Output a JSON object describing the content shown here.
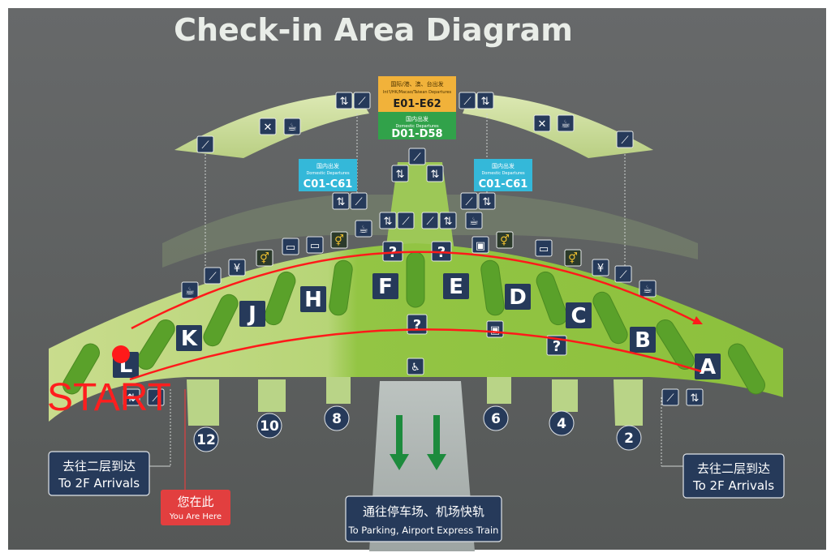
{
  "title": "Check-in Area Diagram",
  "counters": [
    "A",
    "B",
    "C",
    "D",
    "E",
    "F",
    "H",
    "J",
    "K",
    "L"
  ],
  "gates": [
    "12",
    "10",
    "8",
    "6",
    "4",
    "2"
  ],
  "tags": {
    "intl": {
      "cn": "国际/港、澳、台出发",
      "en": "Int'l/HK/Macao/Taiwan Departures",
      "code": "E01-E62"
    },
    "domestic_center": {
      "cn": "国内出发",
      "en": "Domestic Departures",
      "code": "D01-D58"
    },
    "domestic_left": {
      "cn": "国内出发",
      "en": "Domestic Departures",
      "code": "C01-C61"
    },
    "domestic_right": {
      "cn": "国内出发",
      "en": "Domestic Departures",
      "code": "C01-C61"
    }
  },
  "arrivals_left": {
    "cn": "去往二层到达",
    "en": "To 2F Arrivals"
  },
  "arrivals_right": {
    "cn": "去往二层到达",
    "en": "To 2F Arrivals"
  },
  "you_are_here": {
    "cn": "您在此",
    "en": "You Are Here"
  },
  "parking": {
    "cn": "通往停车场、机场快轨",
    "en": "To Parking, Airport Express Train"
  },
  "start_label": "START",
  "icons": [
    "elevator-icon",
    "escalator-icon",
    "restroom-icon",
    "cafe-icon",
    "restaurant-icon",
    "info-icon",
    "currency-exchange-icon",
    "atm-icon",
    "baggage-icon",
    "accessible-elevator-icon"
  ],
  "colors": {
    "background": "#5c5f5e",
    "floor_light": "#c9dc86",
    "floor_green": "#8fc33f",
    "counter_green": "#63a72c",
    "sign_navy": "#263a5a",
    "tag_orange": "#f1b23a",
    "tag_green": "#31a24a",
    "tag_cyan": "#34b8d9",
    "route_red": "#ff1a1a",
    "here_red": "#e23f3f",
    "arrow_green": "#1d8b3d"
  }
}
